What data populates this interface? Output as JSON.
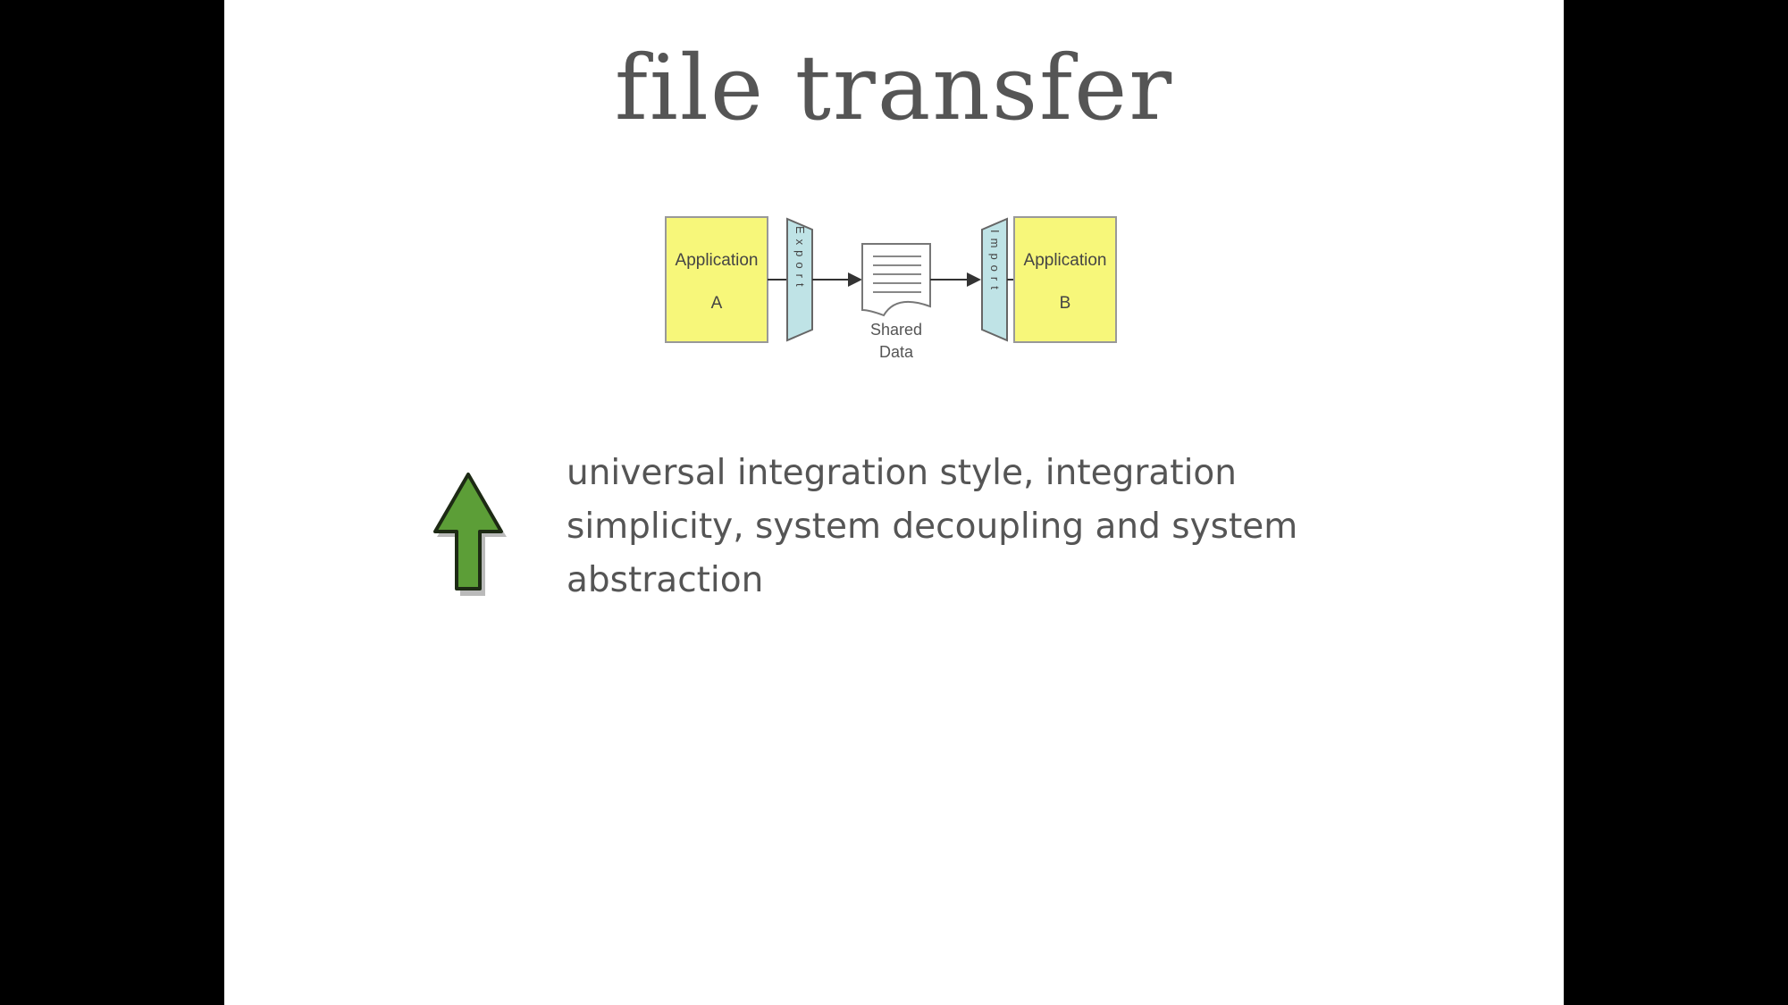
{
  "slide": {
    "title": "file transfer",
    "diagram": {
      "app_a": {
        "line1": "Application",
        "line2": "A"
      },
      "export_label": "Export",
      "shared_data_line1": "Shared",
      "shared_data_line2": "Data",
      "import_label": "Import",
      "app_b": {
        "line1": "Application",
        "line2": "B"
      },
      "colors": {
        "app_fill": "#f7f77a",
        "connector_fill": "#bfe3e6"
      }
    },
    "bullet": {
      "icon": "green-up-arrow-icon",
      "color": "#5c9e37",
      "text": "universal integration style, integration simplicity, system decoupling and system abstraction"
    }
  }
}
